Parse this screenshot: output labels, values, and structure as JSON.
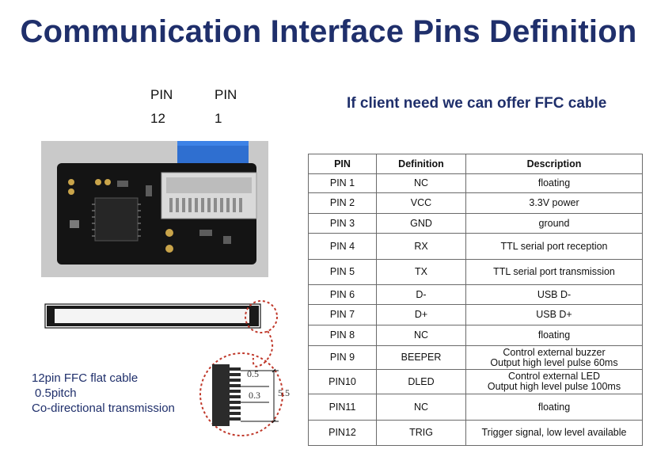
{
  "title": "Communication Interface Pins Definition",
  "pin_labels": {
    "left_top": "PIN",
    "left_num": "12",
    "right_top": "PIN",
    "right_num": "1"
  },
  "ffc_note": "If client need  we can offer FFC cable",
  "cable_description": {
    "line1": "12pin FFC flat cable",
    "line2": "0.5pitch",
    "line3": "Co-directional transmission"
  },
  "dimensions": {
    "pitch": "0.5",
    "gap": "0.3",
    "width": "5.5"
  },
  "table": {
    "headers": [
      "PIN",
      "Definition",
      "Description"
    ],
    "rows": [
      {
        "pin": "PIN 1",
        "def": "NC",
        "desc": "floating"
      },
      {
        "pin": "PIN 2",
        "def": "VCC",
        "desc": "3.3V power"
      },
      {
        "pin": "PIN 3",
        "def": "GND",
        "desc": "ground"
      },
      {
        "pin": "PIN 4",
        "def": "RX",
        "desc": "TTL  serial port  reception"
      },
      {
        "pin": "PIN 5",
        "def": "TX",
        "desc": "TTL  serial port  transmission"
      },
      {
        "pin": "PIN 6",
        "def": "D-",
        "desc": "USB D-"
      },
      {
        "pin": "PIN 7",
        "def": "D+",
        "desc": "USB D+"
      },
      {
        "pin": "PIN 8",
        "def": "NC",
        "desc": "floating"
      },
      {
        "pin": "PIN 9",
        "def": "BEEPER",
        "desc": "Control external buzzer",
        "desc2": "Output high level pulse 60ms"
      },
      {
        "pin": "PIN10",
        "def": "DLED",
        "desc": "Control external LED",
        "desc2": "Output high level pulse 100ms"
      },
      {
        "pin": "PIN11",
        "def": "NC",
        "desc": "floating"
      },
      {
        "pin": "PIN12",
        "def": "TRIG",
        "desc": "Trigger signal, low level available"
      }
    ]
  },
  "colors": {
    "title": "#1f2f6b",
    "pcb": "#141414",
    "cable": "#2f6fd0",
    "circle": "#c0392b"
  },
  "icons": [
    "pcb-module-image",
    "ffc-cable-image",
    "connector-detail-image"
  ]
}
